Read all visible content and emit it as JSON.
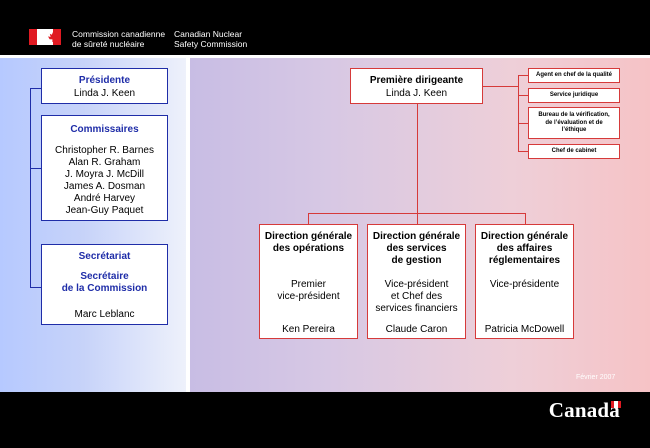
{
  "header": {
    "org_fr_line1": "Commission canadienne",
    "org_fr_line2": "de sûreté nucléaire",
    "org_en_line1": "Canadian Nuclear",
    "org_en_line2": "Safety Commission"
  },
  "left": {
    "president": {
      "title": "Présidente",
      "name": "Linda J. Keen"
    },
    "commissioners": {
      "title": "Commissaires",
      "names": [
        "Christopher R. Barnes",
        "Alan R. Graham",
        "J. Moyra J. McDill",
        "James A. Dosman",
        "André Harvey",
        "Jean-Guy Paquet"
      ]
    },
    "secretariat": {
      "title": "Secrétariat",
      "role_line1": "Secrétaire",
      "role_line2": "de la Commission",
      "name": "Marc Leblanc"
    }
  },
  "ceo": {
    "title": "Première dirigeante",
    "name": "Linda J. Keen"
  },
  "staff_units": [
    {
      "lines": [
        "Agent en chef de la qualité"
      ]
    },
    {
      "lines": [
        "Service juridique"
      ]
    },
    {
      "lines": [
        "Bureau de la vérification,",
        "de l’évaluation et de",
        "l’éthique"
      ]
    },
    {
      "lines": [
        "Chef de cabinet"
      ]
    }
  ],
  "branches": [
    {
      "title": [
        "Direction générale",
        "des opérations"
      ],
      "role": [
        "Premier",
        "vice-président"
      ],
      "name": "Ken Pereira"
    },
    {
      "title": [
        "Direction générale",
        "des services",
        "de gestion"
      ],
      "role": [
        "Vice-président",
        "et Chef des",
        "services financiers"
      ],
      "name": "Claude Caron"
    },
    {
      "title": [
        "Direction générale",
        "des affaires",
        "réglementaires"
      ],
      "role": [
        "Vice-présidente"
      ],
      "name": "Patricia McDowell"
    }
  ],
  "date": "Février 2007",
  "footer": {
    "wordmark": "Canada"
  },
  "colors": {
    "blue": "#1f2da8",
    "red": "#d63a3a",
    "flag_red": "#e01a22"
  }
}
